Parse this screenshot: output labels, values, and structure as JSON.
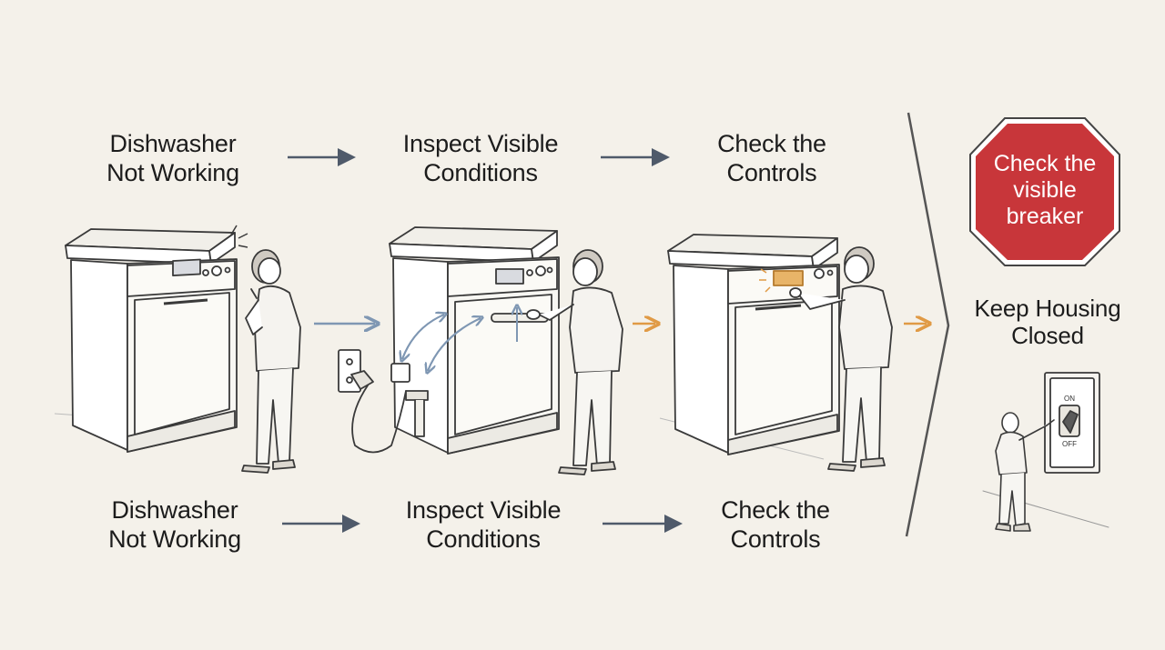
{
  "top_row": {
    "step1": {
      "line1": "Dishwasher",
      "line2": "Not Working"
    },
    "step2": {
      "line1": "Inspect Visible",
      "line2": "Conditions"
    },
    "step3": {
      "line1": "Check the",
      "line2": "Controls"
    }
  },
  "bottom_row": {
    "step1": {
      "line1": "Dishwasher",
      "line2": "Not Working"
    },
    "step2": {
      "line1": "Inspect Visible",
      "line2": "Conditions"
    },
    "step3": {
      "line1": "Check the",
      "line2": "Controls"
    }
  },
  "stop_sign": {
    "line1": "Check the",
    "line2": "visible",
    "line3": "breaker",
    "color": "#c8363a"
  },
  "right_panel": {
    "line1": "Keep Housing",
    "line2": "Closed"
  },
  "switch_plate": {
    "on_label": "ON",
    "off_label": "OFF"
  },
  "colors": {
    "arrow_gray": "#4f5a6a",
    "arrow_blue": "#7f97b3",
    "arrow_orange": "#e09a45",
    "stop_red": "#c8363a",
    "ink": "#3a3a3a"
  }
}
